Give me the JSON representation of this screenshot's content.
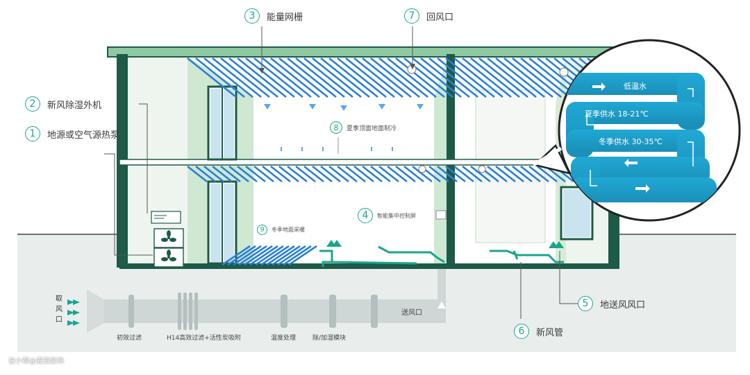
{
  "labels": {
    "l1": {
      "num": "1",
      "text": "地源或空气源热泵"
    },
    "l2": {
      "num": "2",
      "text": "新风除湿外机"
    },
    "l3": {
      "num": "3",
      "text": "能量网栅"
    },
    "l4": {
      "num": "4",
      "text": "智能集中控制屏"
    },
    "l5": {
      "num": "5",
      "text": "地送风风口"
    },
    "l6": {
      "num": "6",
      "text": "新风管"
    },
    "l7": {
      "num": "7",
      "text": "回风口"
    },
    "l8": {
      "num": "8",
      "text": "夏季顶面地面制冷"
    },
    "l9": {
      "num": "9",
      "text": "冬季地面采暖"
    }
  },
  "bubble": {
    "row1": "低温水",
    "row2": "夏季供水 18-21℃",
    "row3": "冬季供水 30-35℃"
  },
  "duct": {
    "intake_chars": [
      "取",
      "风",
      "口"
    ],
    "outlet": "送风口",
    "stages": [
      "初效过滤",
      "H14高效过滤+活性炭吸附",
      "温度处理",
      "除/加湿模块"
    ]
  },
  "watermark": "住小帮@麦田装饰",
  "colors": {
    "accent": "#1aa58e",
    "pipe": "#2a7fd6",
    "wall": "#1d5a47",
    "bubble": "#1a9fc8"
  }
}
